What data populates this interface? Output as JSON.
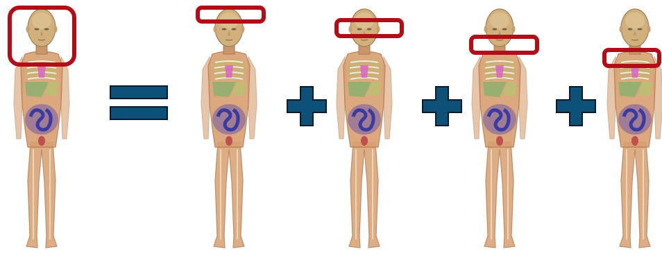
{
  "figure": {
    "equation": [
      "phantom",
      "equals",
      "phantom",
      "plus",
      "phantom",
      "plus",
      "phantom",
      "plus",
      "phantom"
    ],
    "phantoms": [
      {
        "highlight": "head-region"
      },
      {
        "highlight": "top-of-head-slice"
      },
      {
        "highlight": "eye-level-slice"
      },
      {
        "highlight": "chin-level-slice"
      },
      {
        "highlight": "neck-level-slice"
      }
    ],
    "operators": [
      "equals",
      "plus",
      "plus",
      "plus"
    ]
  },
  "colors": {
    "highlight": "#b30d18",
    "operator": "#0d5078",
    "operator_outline": "#0a1a28",
    "skin": "#d8a070",
    "skin_shade": "#b07a50",
    "ribs": "#f2f2e8",
    "thymus": "#d869c0",
    "liver": "#8fb070",
    "lung": "#c9b070",
    "intestine": "#3a3aa0",
    "intestine_bg": "#8d6e9e",
    "bladder": "#c0504d"
  }
}
